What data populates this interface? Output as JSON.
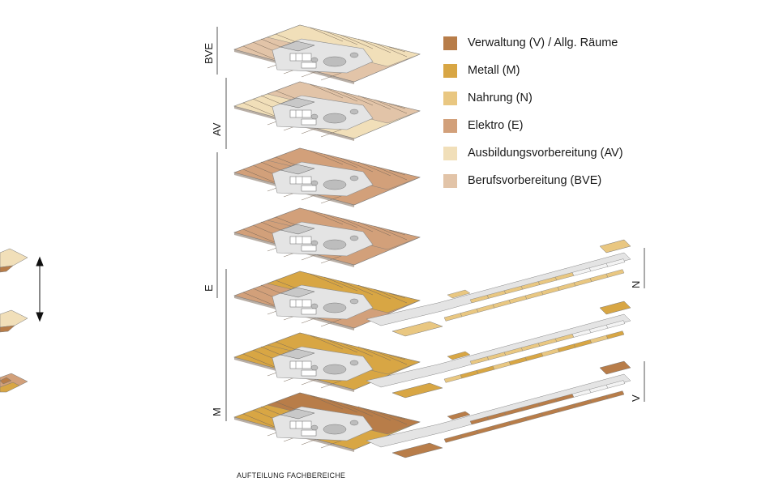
{
  "legend": [
    {
      "label": "Verwaltung (V) / Allg. Räume",
      "color": "#b87d49"
    },
    {
      "label": "Metall (M)",
      "color": "#d8a644"
    },
    {
      "label": "Nahrung (N)",
      "color": "#e9c781"
    },
    {
      "label": "Elektro (E)",
      "color": "#d2a07a"
    },
    {
      "label": "Ausbildungsvorbereitung (AV)",
      "color": "#f1dfb9"
    },
    {
      "label": "Berufsvorbereitung (BVE)",
      "color": "#e2c4a8"
    }
  ],
  "side_labels_left": [
    "BVE",
    "AV",
    "E",
    "M"
  ],
  "side_labels_right": [
    "N",
    "V"
  ],
  "caption": "AUFTEILUNG FACHBEREICHE",
  "colors": {
    "core": "#e4e4e4",
    "core_detail": "#c8c8c8",
    "outline": "#6b6b6b",
    "line": "#333333"
  }
}
